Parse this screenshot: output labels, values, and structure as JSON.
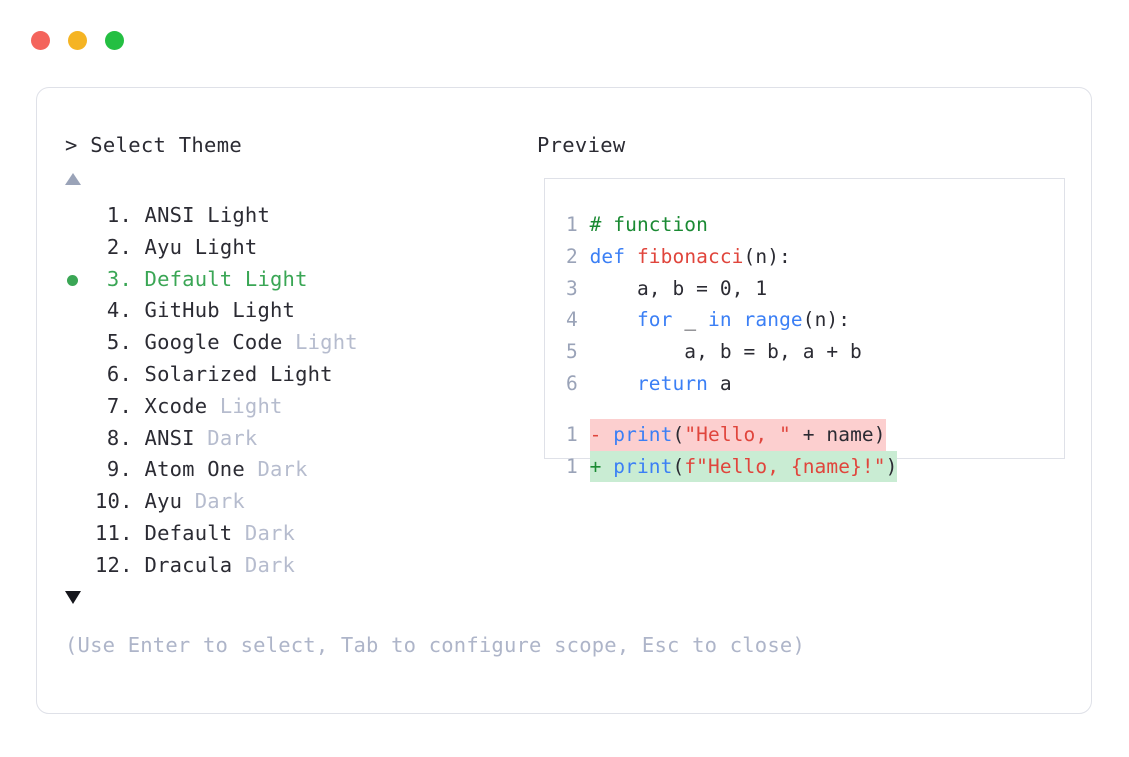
{
  "window": {
    "traffic_lights": [
      {
        "name": "close",
        "color": "#f4645c"
      },
      {
        "name": "minimize",
        "color": "#f5b423"
      },
      {
        "name": "zoom",
        "color": "#24bf42"
      }
    ]
  },
  "selector": {
    "prompt": "> Select Theme",
    "scroll_up_indicator": "▲",
    "scroll_down_indicator": "▼",
    "selected_index": 3,
    "selected_color": "#3aa655",
    "items": [
      {
        "number": "1.",
        "name": "ANSI",
        "variant": "Light",
        "variant_dim": false,
        "selected": false
      },
      {
        "number": "2.",
        "name": "Ayu",
        "variant": "Light",
        "variant_dim": false,
        "selected": false
      },
      {
        "number": "3.",
        "name": "Default",
        "variant": "Light",
        "variant_dim": false,
        "selected": true
      },
      {
        "number": "4.",
        "name": "GitHub",
        "variant": "Light",
        "variant_dim": false,
        "selected": false
      },
      {
        "number": "5.",
        "name": "Google Code",
        "variant": "Light",
        "variant_dim": true,
        "selected": false
      },
      {
        "number": "6.",
        "name": "Solarized",
        "variant": "Light",
        "variant_dim": false,
        "selected": false
      },
      {
        "number": "7.",
        "name": "Xcode",
        "variant": "Light",
        "variant_dim": true,
        "selected": false
      },
      {
        "number": "8.",
        "name": "ANSI",
        "variant": "Dark",
        "variant_dim": true,
        "selected": false
      },
      {
        "number": "9.",
        "name": "Atom One",
        "variant": "Dark",
        "variant_dim": true,
        "selected": false
      },
      {
        "number": "10.",
        "name": "Ayu",
        "variant": "Dark",
        "variant_dim": true,
        "selected": false
      },
      {
        "number": "11.",
        "name": "Default",
        "variant": "Dark",
        "variant_dim": true,
        "selected": false
      },
      {
        "number": "12.",
        "name": "Dracula",
        "variant": "Dark",
        "variant_dim": true,
        "selected": false
      }
    ]
  },
  "preview": {
    "label": "Preview",
    "code_lines": [
      {
        "ln": "1",
        "tokens": [
          {
            "t": "# function",
            "c": "comment"
          }
        ]
      },
      {
        "ln": "2",
        "tokens": [
          {
            "t": "def ",
            "c": "kw"
          },
          {
            "t": "fibonacci",
            "c": "fn"
          },
          {
            "t": "(n):",
            "c": "plain"
          }
        ]
      },
      {
        "ln": "3",
        "tokens": [
          {
            "t": "    a, b = ",
            "c": "plain"
          },
          {
            "t": "0",
            "c": "num"
          },
          {
            "t": ", ",
            "c": "plain"
          },
          {
            "t": "1",
            "c": "num"
          }
        ]
      },
      {
        "ln": "4",
        "tokens": [
          {
            "t": "    ",
            "c": "plain"
          },
          {
            "t": "for",
            "c": "kw"
          },
          {
            "t": " _ ",
            "c": "plain"
          },
          {
            "t": "in",
            "c": "kw"
          },
          {
            "t": " ",
            "c": "plain"
          },
          {
            "t": "range",
            "c": "kw"
          },
          {
            "t": "(n):",
            "c": "plain"
          }
        ]
      },
      {
        "ln": "5",
        "tokens": [
          {
            "t": "        a, b = b, a + b",
            "c": "plain"
          }
        ]
      },
      {
        "ln": "6",
        "tokens": [
          {
            "t": "    ",
            "c": "plain"
          },
          {
            "t": "return",
            "c": "kw"
          },
          {
            "t": " a",
            "c": "plain"
          }
        ]
      }
    ],
    "diff_lines": [
      {
        "ln": "1",
        "sign": "-",
        "kind": "del",
        "tokens": [
          {
            "t": "print",
            "c": "kw"
          },
          {
            "t": "(",
            "c": "plain"
          },
          {
            "t": "\"Hello, \"",
            "c": "str"
          },
          {
            "t": " + name)",
            "c": "plain"
          }
        ]
      },
      {
        "ln": "1",
        "sign": "+",
        "kind": "add",
        "tokens": [
          {
            "t": "print",
            "c": "kw"
          },
          {
            "t": "(",
            "c": "plain"
          },
          {
            "t": "f\"Hello, {name}!\"",
            "c": "str"
          },
          {
            "t": ")",
            "c": "plain"
          }
        ]
      }
    ]
  },
  "footer": {
    "hint": "(Use Enter to select, Tab to configure scope, Esc to close)"
  }
}
